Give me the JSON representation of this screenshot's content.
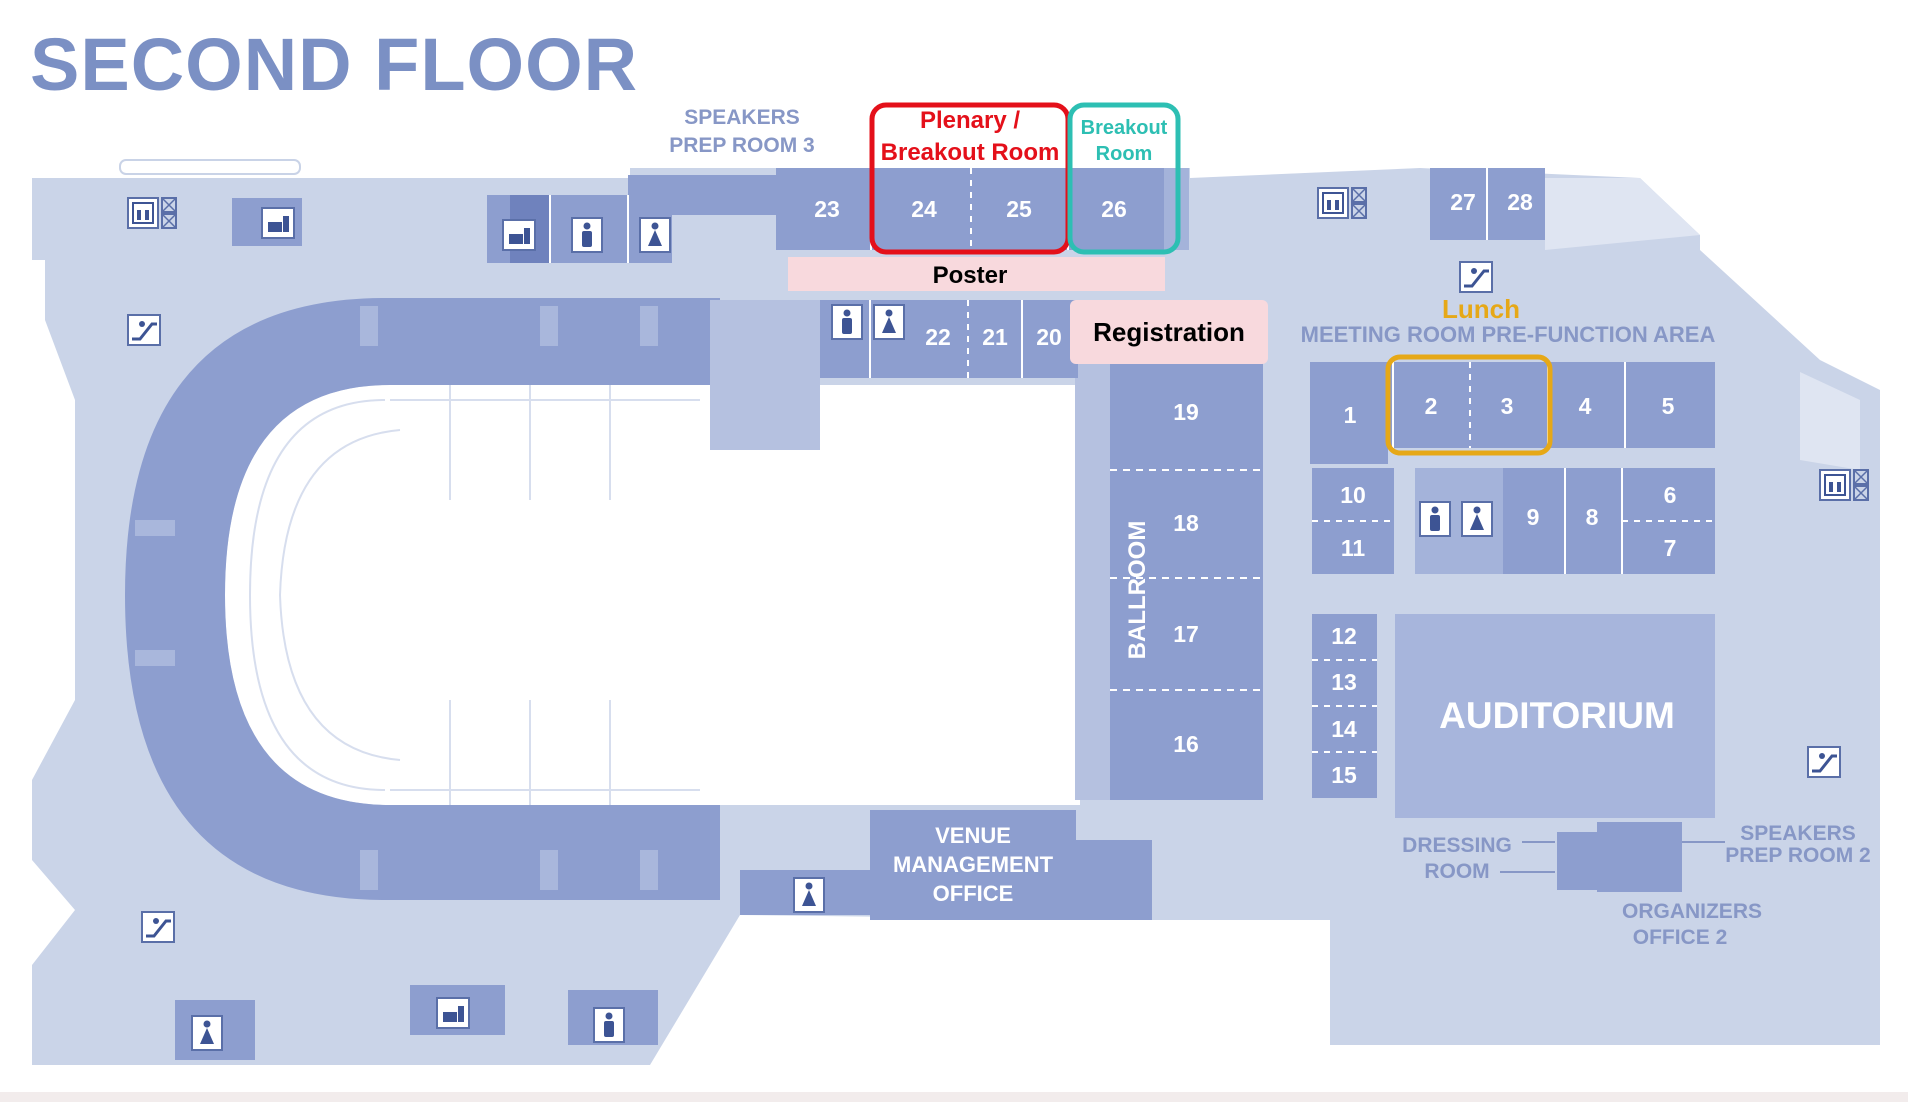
{
  "title": "SECOND FLOOR",
  "colors": {
    "building": "#c9d3e7",
    "room": "#8e9fcf",
    "room_dark": "#7a8dc2",
    "text_light": "#8797c6",
    "plenary_outline": "#e4101a",
    "breakout_outline": "#2dbfb3",
    "lunch_outline": "#e6a817",
    "pink_label_bg": "#f8d9dd"
  },
  "overlays": {
    "plenary": "Plenary /",
    "plenary_line2": "Breakout Room",
    "breakout": "Breakout",
    "breakout_line2": "Room",
    "poster": "Poster",
    "registration": "Registration",
    "lunch": "Lunch"
  },
  "areas": {
    "speakers_prep_3_line1": "SPEAKERS",
    "speakers_prep_3_line2": "PREP ROOM 3",
    "meeting_prefunction": "MEETING ROOM PRE-FUNCTION AREA",
    "ballroom": "BALLROOM",
    "auditorium": "AUDITORIUM",
    "venue_mgmt_line1": "VENUE",
    "venue_mgmt_line2": "MANAGEMENT",
    "venue_mgmt_line3": "OFFICE",
    "dressing_line1": "DRESSING",
    "dressing_line2": "ROOM",
    "speakers_prep_2_line1": "SPEAKERS",
    "speakers_prep_2_line2": "PREP ROOM 2",
    "organizers_line1": "ORGANIZERS",
    "organizers_line2": "OFFICE 2"
  },
  "rooms": {
    "r1": "1",
    "r2": "2",
    "r3": "3",
    "r4": "4",
    "r5": "5",
    "r6": "6",
    "r7": "7",
    "r8": "8",
    "r9": "9",
    "r10": "10",
    "r11": "11",
    "r12": "12",
    "r13": "13",
    "r14": "14",
    "r15": "15",
    "r16": "16",
    "r17": "17",
    "r18": "18",
    "r19": "19",
    "r20": "20",
    "r21": "21",
    "r22": "22",
    "r23": "23",
    "r24": "24",
    "r25": "25",
    "r26": "26",
    "r27": "27",
    "r28": "28"
  },
  "icons": [
    "elevator-icon",
    "restroom-men-icon",
    "restroom-women-icon",
    "food-drink-icon",
    "escalator-icon"
  ]
}
